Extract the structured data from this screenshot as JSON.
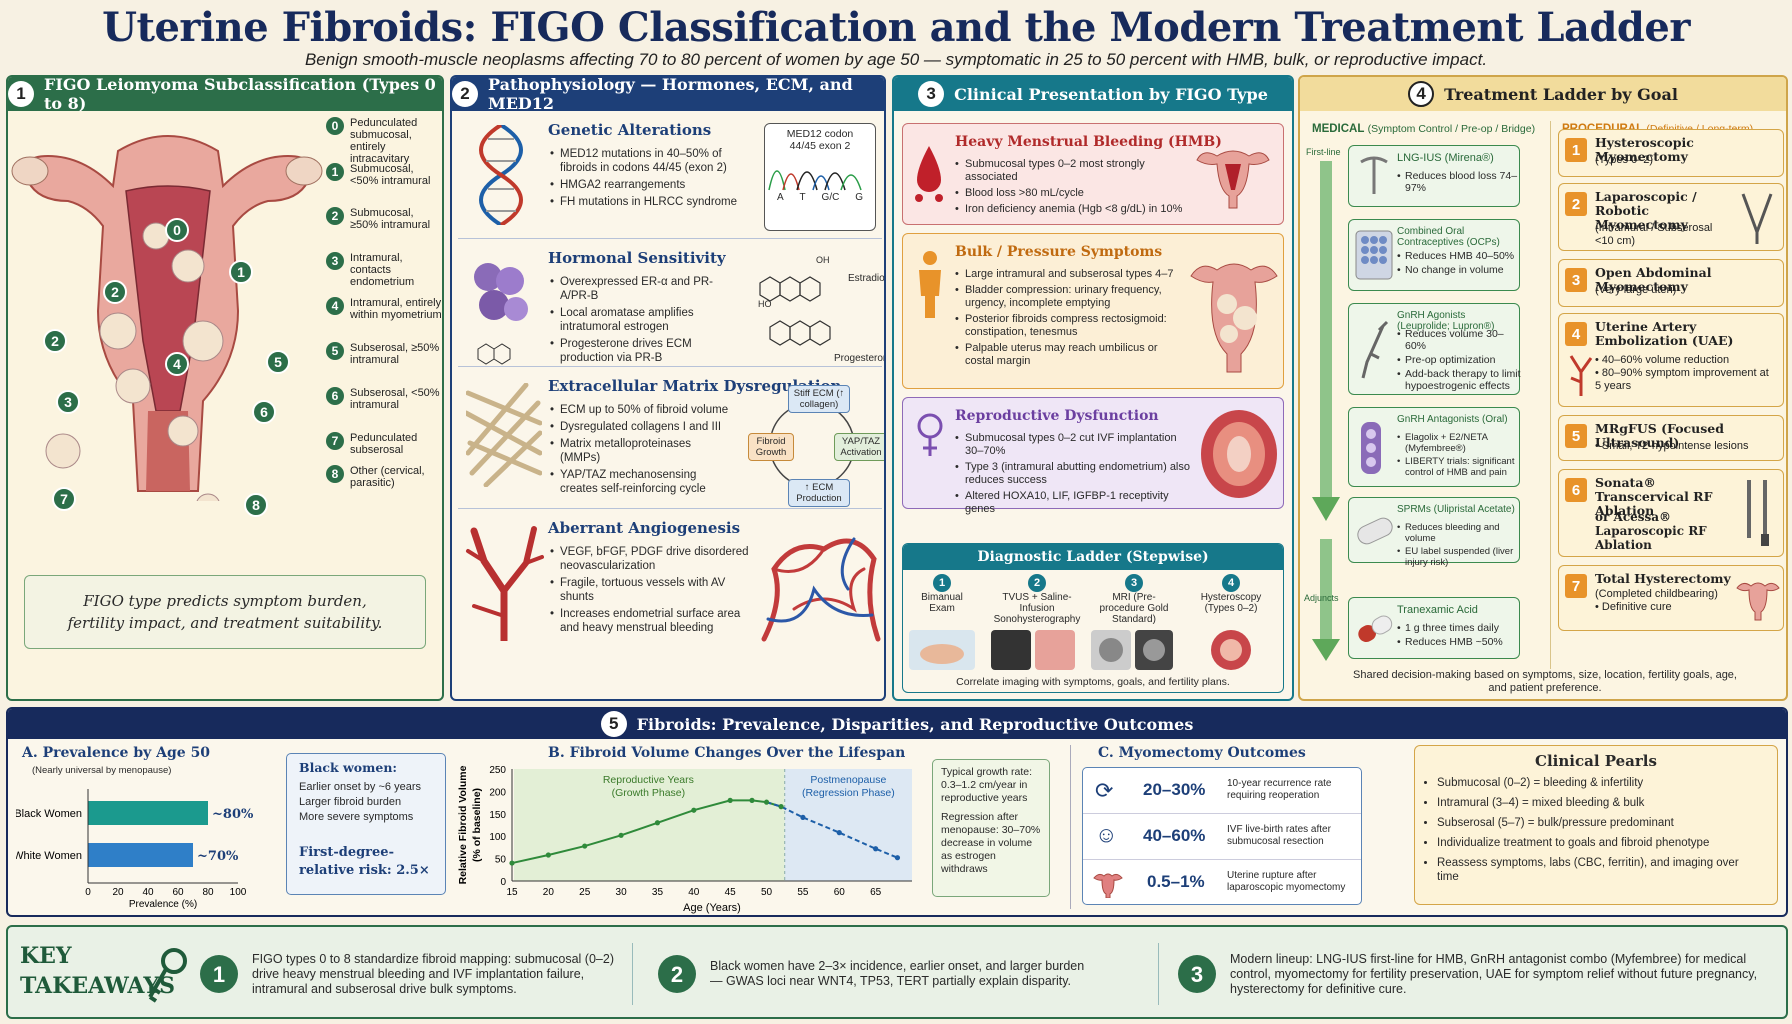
{
  "title": "Uterine Fibroids: FIGO Classification and the Modern Treatment Ladder",
  "subtitle": "Benign smooth-muscle neoplasms affecting 70 to 80 percent of women by age 50 — symptomatic in 25 to 50 percent with HMB, bulk, or reproductive impact.",
  "panel1": {
    "num": "1",
    "title": "FIGO Leiomyoma Subclassification (Types 0 to 8)",
    "types": [
      {
        "n": "0",
        "text": "Pedunculated submucosal, entirely intracavitary"
      },
      {
        "n": "1",
        "text": "Submucosal, <50% intramural"
      },
      {
        "n": "2",
        "text": "Submucosal, ≥50% intramural"
      },
      {
        "n": "3",
        "text": "Intramural, contacts endometrium"
      },
      {
        "n": "4",
        "text": "Intramural, entirely within myometrium"
      },
      {
        "n": "5",
        "text": "Subserosal, ≥50% intramural"
      },
      {
        "n": "6",
        "text": "Subserosal, <50% intramural"
      },
      {
        "n": "7",
        "text": "Pedunculated subserosal"
      },
      {
        "n": "8",
        "text": "Other (cervical, parasitic)"
      }
    ],
    "callout": "FIGO type predicts symptom burden, fertility impact, and treatment suitability."
  },
  "panel2": {
    "num": "2",
    "title": "Pathophysiology — Hormones, ECM, and MED12",
    "genetic": {
      "title": "Genetic Alterations",
      "bullets": [
        "MED12 mutations in 40–50% of fibroids in codons 44/45 (exon 2)",
        "HMGA2 rearrangements",
        "FH mutations in HLRCC syndrome"
      ],
      "box_title": "MED12 codon 44/45 exon 2",
      "bases": [
        "A",
        "T",
        "G/C",
        "G"
      ]
    },
    "hormonal": {
      "title": "Hormonal Sensitivity",
      "bullets": [
        "Overexpressed ER-α and PR-A/PR-B",
        "Local aromatase amplifies intratumoral estrogen",
        "Progesterone drives ECM production via PR-B"
      ],
      "estradiol": "Estradiol",
      "progesterone": "Progesterone",
      "oh": "OH",
      "ho": "HO"
    },
    "ecm": {
      "title": "Extracellular Matrix Dysregulation",
      "bullets": [
        "ECM up to 50% of fibroid volume",
        "Dysregulated collagens I and III",
        "Matrix metalloproteinases (MMPs)",
        "YAP/TAZ mechanosensing creates self-reinforcing cycle"
      ],
      "cycle": [
        "Stiff ECM (↑ collagen)",
        "YAP/TAZ Activation",
        "↑ ECM Production",
        "Fibroid Growth"
      ]
    },
    "angio": {
      "title": "Aberrant Angiogenesis",
      "bullets": [
        "VEGF, bFGF, PDGF drive disordered neovascularization",
        "Fragile, tortuous vessels with AV shunts",
        "Increases endometrial surface area and heavy menstrual bleeding"
      ]
    }
  },
  "panel3": {
    "num": "3",
    "title": "Clinical Presentation by FIGO Type",
    "hmb": {
      "title": "Heavy Menstrual Bleeding (HMB)",
      "bullets": [
        "Submucosal types 0–2 most strongly associated",
        "Blood loss >80 mL/cycle",
        "Iron deficiency anemia (Hgb <8 g/dL) in 10%"
      ]
    },
    "bulk": {
      "title": "Bulk / Pressure Symptoms",
      "bullets": [
        "Large intramural and subserosal types 4–7",
        "Bladder compression: urinary frequency, urgency, incomplete emptying",
        "Posterior fibroids compress rectosigmoid: constipation, tenesmus",
        "Palpable uterus may reach umbilicus or costal margin"
      ]
    },
    "repro": {
      "title": "Reproductive Dysfunction",
      "bullets": [
        "Submucosal types 0–2 cut IVF implantation 30–70%",
        "Type 3 (intramural abutting endometrium) also reduces success",
        "Altered HOXA10, LIF, IGFBP-1 receptivity genes"
      ]
    },
    "diag": {
      "title": "Diagnostic Ladder (Stepwise)",
      "steps": [
        {
          "n": "1",
          "label": "Bimanual Exam"
        },
        {
          "n": "2",
          "label": "TVUS + Saline-Infusion Sonohysterography"
        },
        {
          "n": "3",
          "label": "MRI (Pre-procedure Gold Standard)"
        },
        {
          "n": "4",
          "label": "Hysteroscopy (Types 0–2)"
        }
      ],
      "footer": "Correlate imaging with symptoms, goals, and fertility plans."
    }
  },
  "panel4": {
    "num": "4",
    "title": "Treatment Ladder by Goal",
    "medical_head": "MEDICAL",
    "medical_sub": "(Symptom Control / Pre-op / Bridge)",
    "procedural_head": "PROCEDURAL",
    "procedural_sub": "(Definitive / Long-term)",
    "firstline": "First-line",
    "adjuncts": "Adjuncts",
    "medical": [
      {
        "title": "LNG-IUS (Mirena®)",
        "bullets": [
          "Reduces blood loss 74–97%"
        ]
      },
      {
        "title": "Combined Oral Contraceptives (OCPs)",
        "bullets": [
          "Reduces HMB 40–50%",
          "No change in volume"
        ]
      },
      {
        "title": "GnRH Agonists (Leuprolide; Lupron®)",
        "bullets": [
          "Reduces volume 30–60%",
          "Pre-op optimization",
          "Add-back therapy to limit hypoestrogenic effects"
        ]
      },
      {
        "title": "GnRH Antagonists (Oral)",
        "bullets": [
          "Elagolix + E2/NETA (Myfembree®)",
          "LIBERTY trials: significant control of HMB and pain"
        ]
      },
      {
        "title": "SPRMs (Ulipristal Acetate)",
        "bullets": [
          "Reduces bleeding and volume",
          "EU label suspended (liver injury risk)"
        ]
      },
      {
        "title": "Tranexamic Acid",
        "bullets": [
          "1 g three times daily",
          "Reduces HMB ~50%"
        ]
      }
    ],
    "procedural": [
      {
        "n": "1",
        "title": "Hysteroscopic Myomectomy",
        "desc": "(Types 0–2)"
      },
      {
        "n": "2",
        "title": "Laparoscopic / Robotic Myomectomy",
        "desc": "(Intramural / Subserosal <10 cm)"
      },
      {
        "n": "3",
        "title": "Open Abdominal Myomectomy",
        "desc": "(Very large uteri)"
      },
      {
        "n": "4",
        "title": "Uterine Artery Embolization (UAE)",
        "desc": "• 40–60% volume reduction\n• 80–90% symptom improvement at 5 years"
      },
      {
        "n": "5",
        "title": "MRgFUS (Focused Ultrasound)",
        "desc": "• Small, T2-hypointense lesions"
      },
      {
        "n": "6",
        "title": "Sonata® Transcervical RF Ablation",
        "desc": "or Acessa® Laparoscopic RF Ablation"
      },
      {
        "n": "7",
        "title": "Total Hysterectomy",
        "desc": "(Completed childbearing)\n• Definitive cure"
      }
    ],
    "footer": "Shared decision-making based on symptoms, size, location, fertility goals, age, and patient preference."
  },
  "panel5": {
    "num": "5",
    "title": "Fibroids: Prevalence, Disparities, and Reproductive Outcomes",
    "prevalence": {
      "title": "A. Prevalence by Age 50",
      "note": "(Nearly universal by menopause)",
      "xlabel": "Prevalence (%)"
    },
    "disparity": {
      "title": "Black women:",
      "bullets": [
        "Earlier onset by ~6 years",
        "Larger fibroid burden",
        "More severe symptoms"
      ],
      "risk_label": "First-degree-relative risk:",
      "risk_value": "2.5×"
    },
    "volume": {
      "title": "B. Fibroid Volume Changes Over the Lifespan",
      "repro_label": "Reproductive Years (Growth Phase)",
      "post_label": "Postmenopause (Regression Phase)"
    },
    "growth_notes": [
      "Typical growth rate: 0.3–1.2 cm/year in reproductive years",
      "Regression after menopause: 30–70% decrease in volume as estrogen withdraws"
    ],
    "myomectomy": {
      "title": "C. Myomectomy Outcomes",
      "rows": [
        {
          "value": "20–30%",
          "text": "10-year recurrence rate requiring reoperation"
        },
        {
          "value": "40–60%",
          "text": "IVF live-birth rates after submucosal resection"
        },
        {
          "value": "0.5–1%",
          "text": "Uterine rupture after laparoscopic myomectomy"
        }
      ]
    },
    "pearls": {
      "title": "Clinical Pearls",
      "bullets": [
        "Submucosal (0–2) = bleeding & infertility",
        "Intramural (3–4) = mixed bleeding & bulk",
        "Subserosal (5–7) = bulk/pressure predominant",
        "Individualize treatment to goals and fibroid phenotype",
        "Reassess symptoms, labs (CBC, ferritin), and imaging over time"
      ]
    }
  },
  "takeaways": {
    "label_line1": "KEY",
    "label_line2": "TAKEAWAYS",
    "items": [
      {
        "n": "1",
        "text": "FIGO types 0 to 8 standardize fibroid mapping: submucosal (0–2) drive heavy menstrual bleeding and IVF implantation failure, intramural and subserosal drive bulk symptoms."
      },
      {
        "n": "2",
        "text": "Black women have 2–3× incidence, earlier onset, and larger burden — GWAS loci near WNT4, TP53, TERT partially explain disparity."
      },
      {
        "n": "3",
        "text": "Modern lineup: LNG-IUS first-line for HMB, GnRH antagonist combo (Myfembree) for medical control, myomectomy for fertility preservation, UAE for symptom relief without future pregnancy, hysterectomy for definitive cure."
      }
    ]
  },
  "chart_data": [
    {
      "type": "bar",
      "orientation": "horizontal",
      "title": "A. Prevalence by Age 50",
      "categories": [
        "Black Women",
        "White Women"
      ],
      "values": [
        80,
        70
      ],
      "data_labels": [
        "~80%",
        "~70%"
      ],
      "xlabel": "Prevalence (%)",
      "xlim": [
        0,
        100
      ],
      "xticks": [
        0,
        20,
        40,
        60,
        80,
        100
      ],
      "colors": [
        "#1b9a8e",
        "#2f7fc8"
      ]
    },
    {
      "type": "line",
      "title": "B. Fibroid Volume Changes Over the Lifespan",
      "xlabel": "Age (Years)",
      "ylabel": "Relative Fibroid Volume (% of baseline)",
      "xlim": [
        15,
        70
      ],
      "ylim": [
        0,
        250
      ],
      "xticks": [
        15,
        20,
        25,
        30,
        35,
        40,
        45,
        50,
        55,
        60,
        65
      ],
      "yticks": [
        0,
        50,
        100,
        150,
        200,
        250
      ],
      "x": [
        15,
        20,
        25,
        30,
        35,
        40,
        45,
        48,
        50,
        52,
        55,
        60,
        65,
        68
      ],
      "y": [
        40,
        58,
        78,
        102,
        130,
        158,
        180,
        180,
        176,
        166,
        142,
        108,
        72,
        52
      ],
      "phase_boundary": 52.5
    }
  ]
}
